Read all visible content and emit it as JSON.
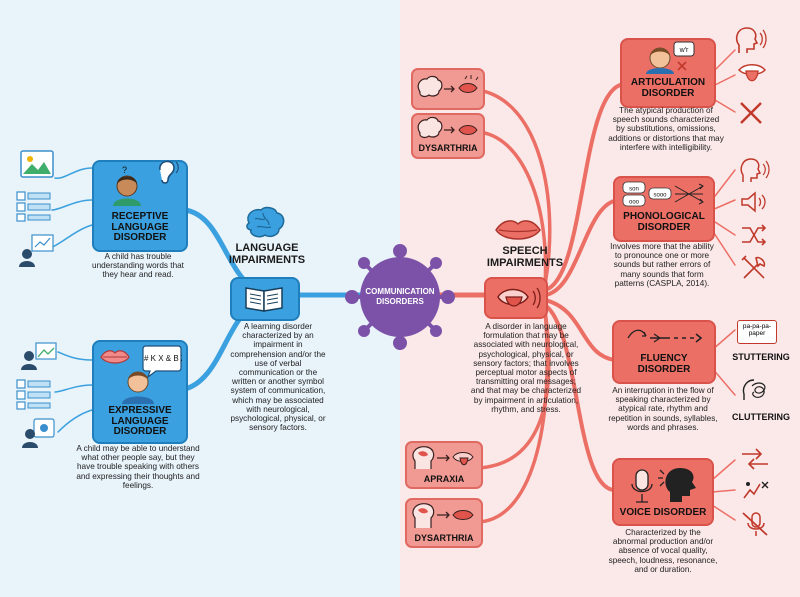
{
  "center": {
    "label_line1": "COMMUNICATION",
    "label_line2": "DISORDERS"
  },
  "language": {
    "title_line1": "LANGUAGE",
    "title_line2": "IMPAIRMENTS",
    "description": "A learning disorder characterized by an impairment in comprehension and/or the use of verbal communication or the written or another symbol system of communication, which may be associated with neurological, psychological, physical, or sensory factors.",
    "receptive": {
      "title": "RECEPTIVE LANGUAGE DISORDER",
      "description": "A child has trouble understanding words that they hear and read."
    },
    "expressive": {
      "title": "EXPRESSIVE LANGUAGE DISORDER",
      "bubble_text": "? ! # K X & B Z *",
      "description": "A child may be able to understand what other people say, but they have trouble speaking with others and expressing their thoughts and feelings."
    }
  },
  "speech": {
    "title_line1": "SPEECH",
    "title_line2": "IMPAIRMENTS",
    "description": "A disorder in language formulation that may be associated with neurological, psychological, physical, or sensory factors; that involves perceptual motor aspects of transmitting oral messages; and that may be characterized by impairment in articulation, rhythm, and stress.",
    "articulation": {
      "title": "ARTICULATION DISORDER",
      "bubble": "w'r",
      "description": "The atypical production of speech sounds characterized by substitutions, omissions, additions or distortions that may interfere with intelligibility."
    },
    "phonological": {
      "title": "PHONOLOGICAL DISORDER",
      "bubble_a": "son",
      "bubble_b": "ooo",
      "bubble_c": "sooo",
      "description": "Involves more that the ability to pronounce one or more sounds but rather errors of many sounds that form patterns (CASPLA, 2014)."
    },
    "fluency": {
      "title": "FLUENCY DISORDER",
      "description": "An interruption in the flow of speaking characterized by atypical rate, rhythm and repetition in sounds, syllables, words and phrases.",
      "stuttering_card": "pa-pa-pa-paper",
      "stuttering": "STUTTERING",
      "cluttering": "CLUTTERING"
    },
    "voice": {
      "title": "VOICE DISORDER",
      "description": "Characterized by the abnormal production and/or absence of vocal quality, speech, loudness, resonance, and or duration."
    },
    "dysarthria_top": "DYSARTHRIA",
    "apraxia": "APRAXIA",
    "dysarthria_bottom": "DYSARTHRIA"
  },
  "colors": {
    "blue": "#3aa0df",
    "red": "#ec6f66",
    "purple": "#7b52a8"
  }
}
